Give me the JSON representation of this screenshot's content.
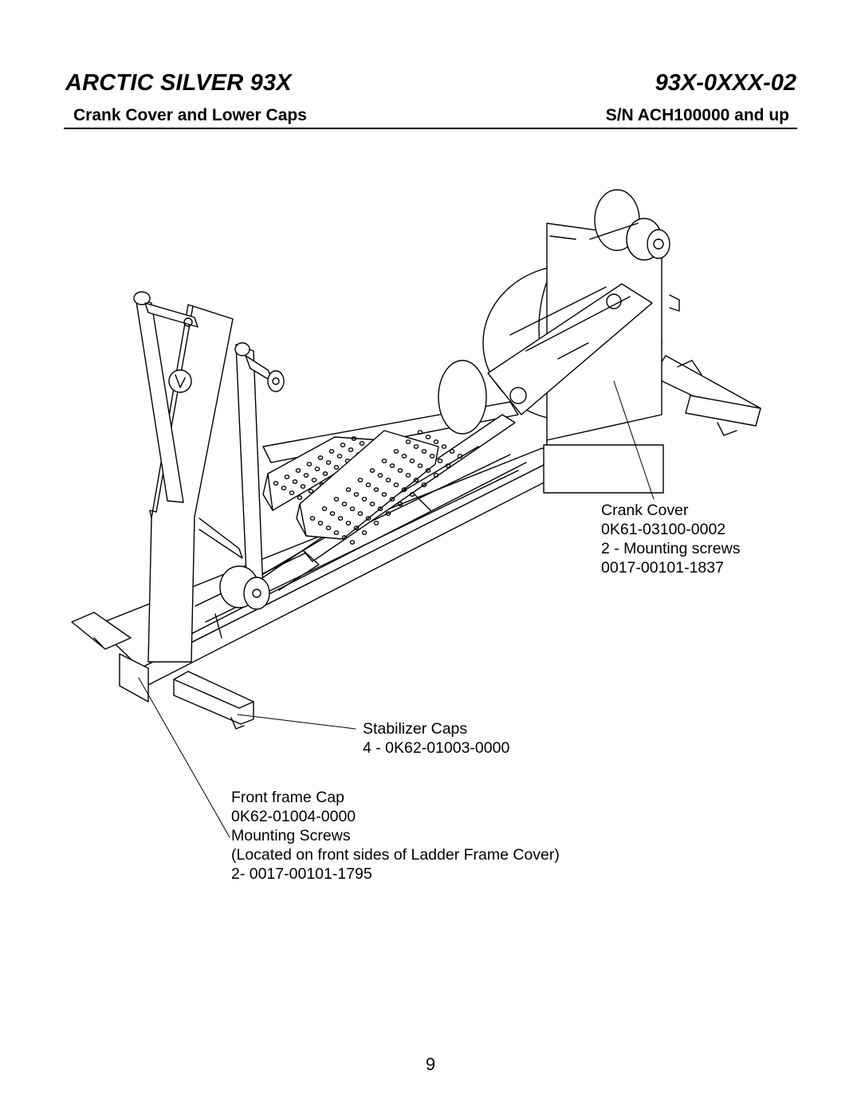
{
  "header": {
    "model": "ARCTIC SILVER 93X",
    "model_code": "93X-0XXX-02",
    "section": "Crank Cover and Lower Caps",
    "serial": "S/N ACH100000 and up"
  },
  "callouts": {
    "crank_cover": {
      "name": "Crank Cover",
      "part": "0K61-03100-0002",
      "screws": "2 - Mounting screws",
      "screws_part": "0017-00101-1837"
    },
    "stabilizer_caps": {
      "name": "Stabilizer Caps",
      "part": "4 - 0K62-01003-0000"
    },
    "front_frame_cap": {
      "name": "Front frame Cap",
      "part": "0K62-01004-0000",
      "screws": "Mounting Screws",
      "note": "(Located on front sides of Ladder Frame Cover)",
      "screws_part": "2- 0017-00101-1795"
    }
  },
  "footer": {
    "page_number": "9"
  }
}
